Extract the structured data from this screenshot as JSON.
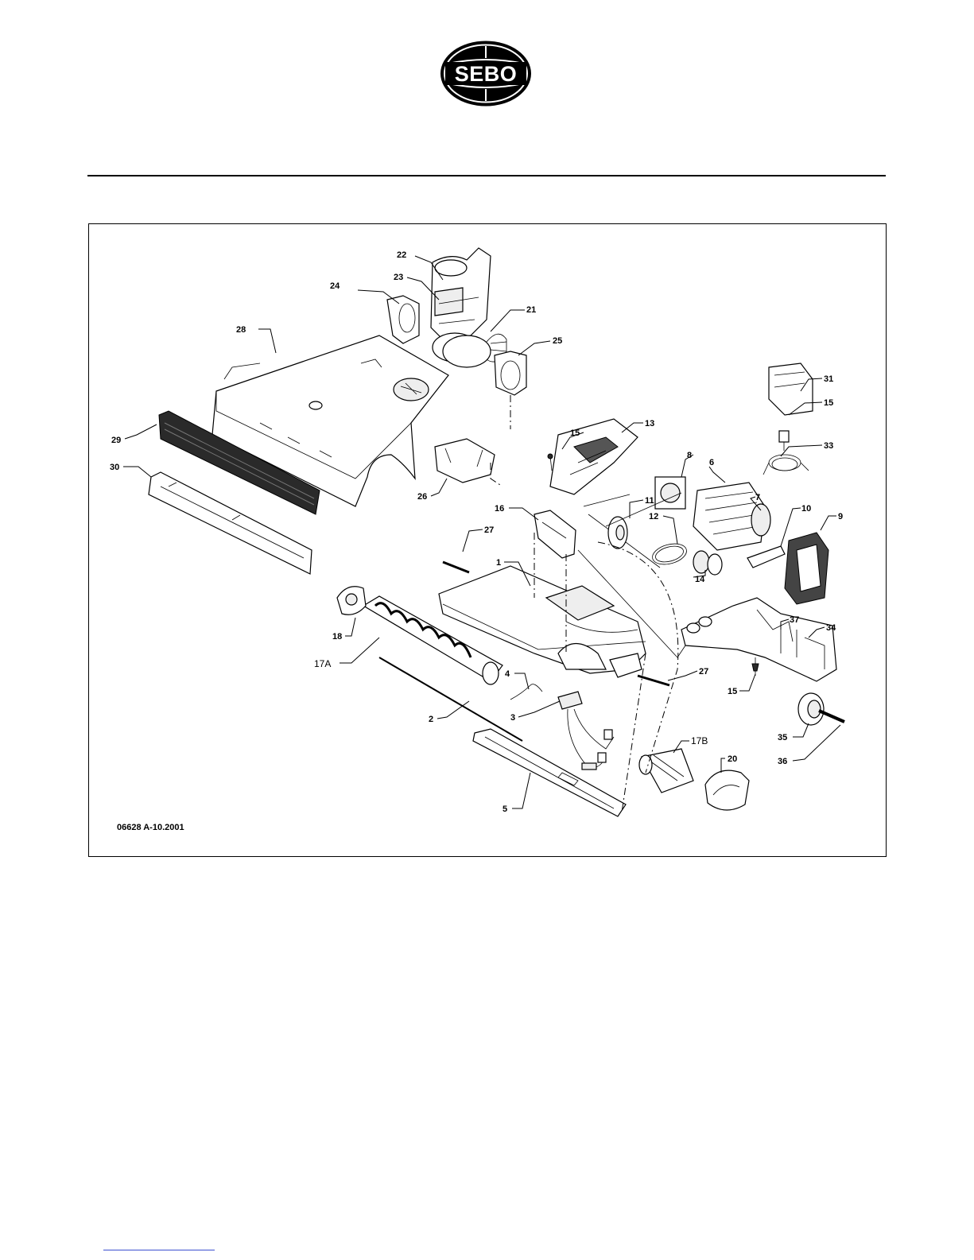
{
  "brand": {
    "logo_text": "SEBO"
  },
  "diagram": {
    "code": "06628 A-10.2001",
    "labels": {
      "l1": "1",
      "l2": "2",
      "l3": "3",
      "l4": "4",
      "l5": "5",
      "l6": "6",
      "l7": "7",
      "l8": "8",
      "l9": "9",
      "l10": "10",
      "l11": "11",
      "l12": "12",
      "l13": "13",
      "l14": "14",
      "l15a": "15",
      "l15b": "15",
      "l15c": "15",
      "l16": "16",
      "l17a": "17A",
      "l17b": "17B",
      "l18": "18",
      "l20": "20",
      "l21": "21",
      "l22": "22",
      "l23": "23",
      "l24": "24",
      "l25": "25",
      "l26": "26",
      "l27a": "27",
      "l27b": "27",
      "l28": "28",
      "l29": "29",
      "l30": "30",
      "l31": "31",
      "l33": "33",
      "l34": "34",
      "l35": "35",
      "l36": "36",
      "l37": "37"
    }
  }
}
